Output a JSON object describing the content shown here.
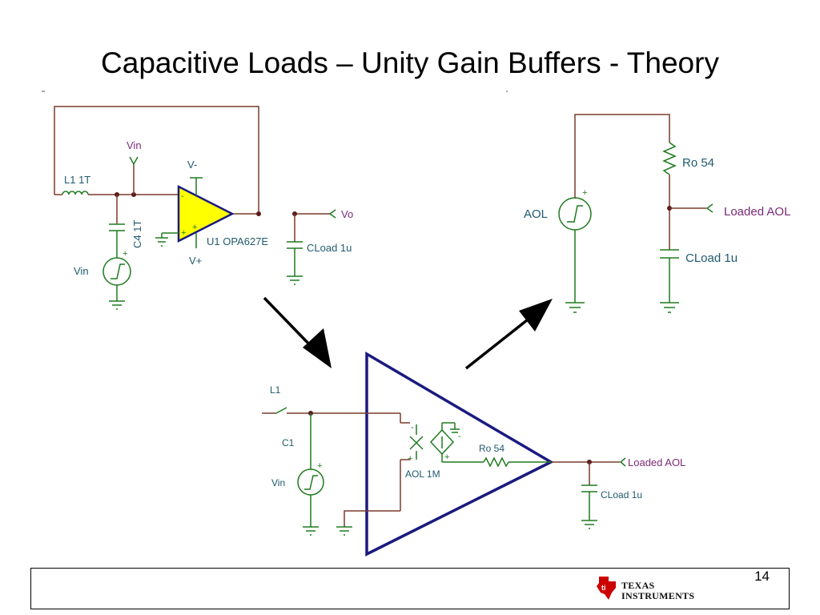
{
  "title": "Capacitive Loads – Unity Gain Buffers - Theory",
  "page_number": "14",
  "logo": {
    "line1": "TEXAS",
    "line2": "INSTRUMENTS",
    "brand_color": "#cc0000"
  },
  "colors": {
    "wire": "#7a3b2c",
    "component": "#1f7a1f",
    "label": "#1f5a6e",
    "node_label": "#7a2a7a",
    "opamp_fill": "#ffff00",
    "triangle": "#1a1a80"
  },
  "circuit_top_left": {
    "vin_node": "Vin",
    "inductor": "L1 1T",
    "capacitor": "C4 1T",
    "source": "Vin",
    "vminus": "V-",
    "vplus": "V+",
    "opamp": "U1 OPA627E",
    "output_node": "Vo",
    "load_cap": "CLoad 1u"
  },
  "circuit_top_right": {
    "source": "AOL",
    "resistor": "Ro 54",
    "output_node": "Loaded AOL",
    "load_cap": "CLoad 1u"
  },
  "circuit_bottom": {
    "inductor": "L1",
    "capacitor": "C1",
    "source": "Vin",
    "aol": "AOL 1M",
    "resistor": "Ro 54",
    "output_node": "Loaded AOL",
    "load_cap": "CLoad 1u"
  }
}
